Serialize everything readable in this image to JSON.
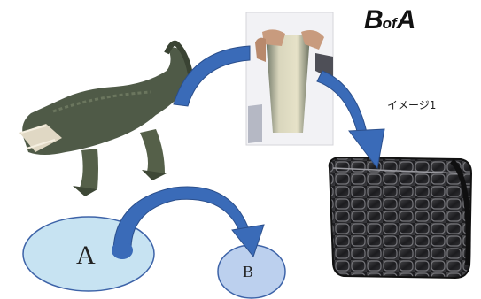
{
  "brand": {
    "prefix": "B",
    "middle": "of",
    "suffix": "A"
  },
  "caption": "イメージ1",
  "nodes": {
    "a": "A",
    "b": "B"
  },
  "colors": {
    "arrow": "#3a6bb8",
    "arrow_dark": "#2b4f8c",
    "node_a": "#c7e3f2",
    "node_b": "#bcd0ee",
    "node_stroke": "#3d63a8"
  }
}
